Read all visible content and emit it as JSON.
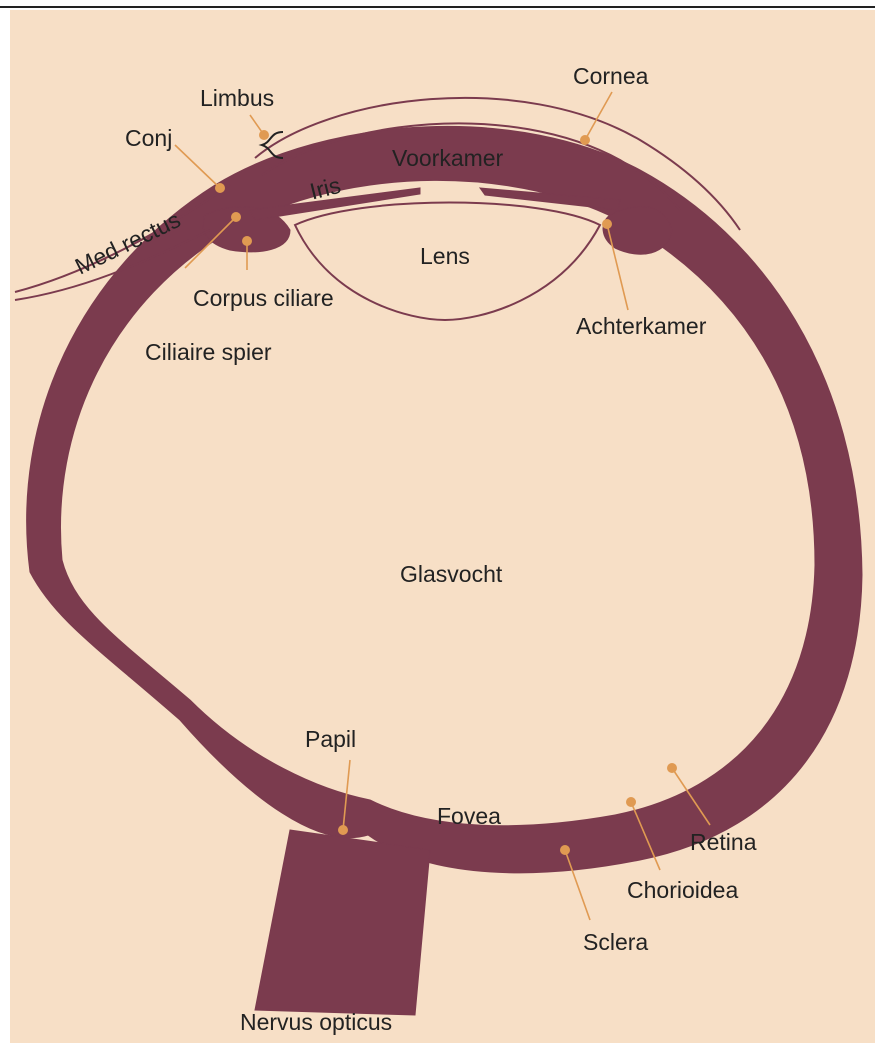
{
  "colors": {
    "background": "#f7dfc6",
    "tissue": "#7b3b4e",
    "label_text": "#222222",
    "leader": "#e09a52"
  },
  "labels": {
    "cornea": "Cornea",
    "limbus": "Limbus",
    "conj": "Conj",
    "voorkamer": "Voorkamer",
    "iris": "Iris",
    "med_rectus": "Med rectus",
    "lens": "Lens",
    "corpus_ciliare": "Corpus ciliare",
    "achterkamer": "Achterkamer",
    "ciliaire_spier": "Ciliaire spier",
    "glasvocht": "Glasvocht",
    "papil": "Papil",
    "fovea": "Fovea",
    "retina": "Retina",
    "chorioidea": "Chorioidea",
    "sclera": "Sclera",
    "nervus_opticus": "Nervus opticus"
  }
}
